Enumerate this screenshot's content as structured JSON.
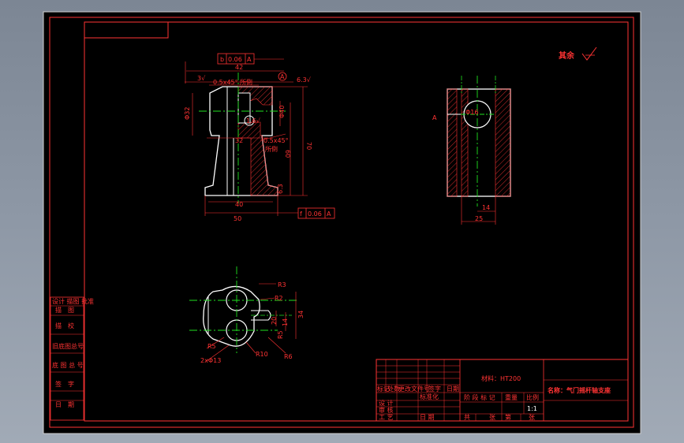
{
  "drawing": {
    "note_text": "其余",
    "title": "名称：气门摇杆轴支座",
    "material": "材料：HT200",
    "scale": "1:1"
  },
  "front_view": {
    "dims": {
      "top_width": "42",
      "bottom_width": "50",
      "base_width": "40",
      "height": "70",
      "inner_h": "60",
      "dia_left": "Φ32",
      "dia_right": "Φ40",
      "small_h": "32",
      "chamfer_top": "0.5x45°",
      "chamfer_mid": "0.5x45°",
      "label_top": "所倒",
      "label_mid": "所倒",
      "ra_left": "3√",
      "ra_mid": "1.6√",
      "ra_right": "6.3√",
      "ra_low": "6.3",
      "datum": "A"
    },
    "tol_top": {
      "symbol": "b",
      "value": "0.06",
      "datum": "A"
    },
    "tol_bottom": {
      "symbol": "f",
      "value": "0.06",
      "datum": "A"
    }
  },
  "side_view": {
    "dims": {
      "width": "25",
      "inner": "14",
      "dia": "Φ16",
      "ref": "A"
    }
  },
  "top_view": {
    "dims": {
      "r3": "R3",
      "r2": "R2",
      "r5": "R5",
      "r10": "R10",
      "d13": "2xΦ13",
      "h34": "34",
      "h14": "14",
      "c20": "20",
      "z6": "R6",
      "f5": "R5"
    }
  },
  "left_table": {
    "rows": [
      "设计 描图 批准",
      "描　图",
      "描　校",
      "旧底图总号",
      "底 图 总 号",
      "签　字",
      "日　期"
    ]
  },
  "title_block": {
    "rev_headers": [
      "标记",
      "处数",
      "更改文件号",
      "签字",
      "日期"
    ],
    "labels": {
      "design": "设 计",
      "standard": "标准化",
      "review": "审 核",
      "process": "工 艺",
      "date": "日 期",
      "stage": "阶 段 标 记",
      "weight": "重量",
      "ratio": "比例",
      "sheets": "共",
      "sheet": "张",
      "of": "第",
      "page": "张"
    }
  },
  "colors": {
    "line": "#ff3333",
    "center": "#1fe01f",
    "outline": "#ffffff",
    "hatch": "#ff3333",
    "background": "#000000"
  }
}
